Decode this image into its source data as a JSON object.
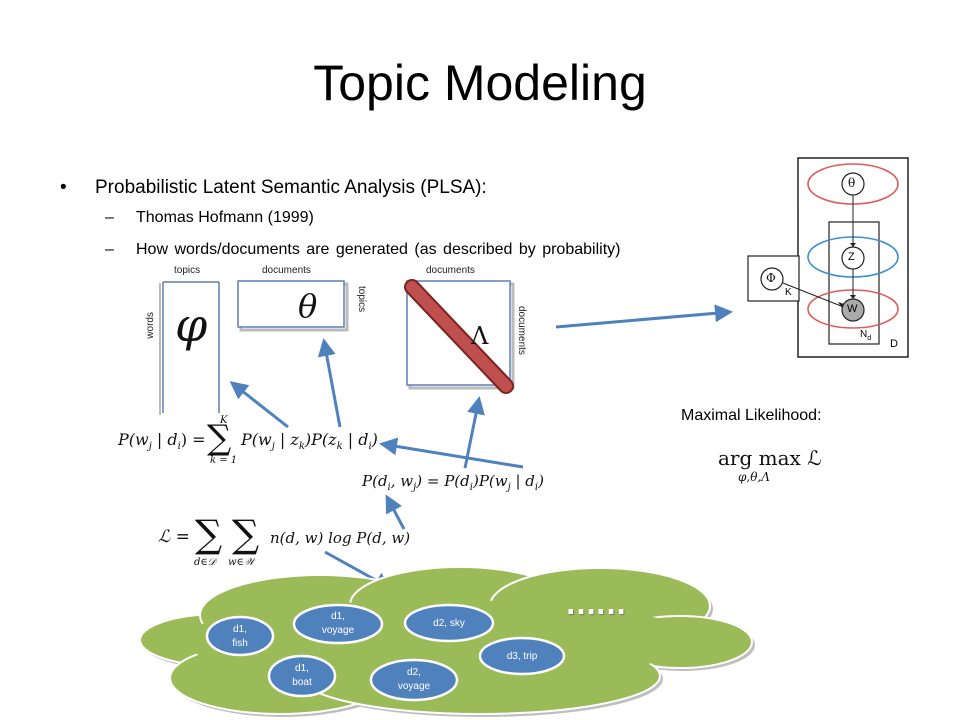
{
  "title": "Topic Modeling",
  "bullets": {
    "main": "Probabilistic Latent Semantic Analysis (PLSA):",
    "sub1": "Thomas Hofmann (1999)",
    "sub2": "How words/documents are generated (as described by probability)",
    "dash": "–",
    "dot": "•"
  },
  "matrices": {
    "phi": {
      "symbol": "φ",
      "top_label": "topics",
      "side_label": "words"
    },
    "theta": {
      "symbol": "θ",
      "top_label": "documents",
      "side_label": "topics"
    },
    "lambda": {
      "symbol": "Λ",
      "top_label": "documents",
      "side_label": "documents"
    }
  },
  "formulas": {
    "mixture": {
      "lhs": "P(w",
      "lhs_sub": "j",
      "lhs_mid": " | d",
      "lhs_sub2": "i",
      "lhs_end": ") =",
      "sum_top": "K",
      "sum_bottom": "k = 1",
      "rhs": "P(w",
      "rhs_sub": "j",
      "rhs_mid": " | z",
      "rhs_sub2": "k",
      "rhs_mid2": ")P(z",
      "rhs_sub3": "k",
      "rhs_mid3": " | d",
      "rhs_sub4": "i",
      "rhs_end": ")"
    },
    "joint": {
      "a": "P(d",
      "a_sub": "i",
      "b": ", w",
      "b_sub": "j",
      "c": ") = P(d",
      "c_sub": "i",
      "d": ")P(w",
      "d_sub": "j",
      "e": " | d",
      "e_sub": "i",
      "f": ")"
    },
    "likelihood": {
      "lhs": "ℒ =",
      "sum1_bottom": "d∈𝒟",
      "sum2_bottom": "w∈𝒲",
      "body": "n(d, w) log P(d, w)"
    },
    "argmax": {
      "op": "arg max ℒ",
      "sub": "φ,θ,Λ"
    }
  },
  "max_likelihood_label": "Maximal Likelihood:",
  "plate": {
    "theta": "θ",
    "z": "Z",
    "w": "W",
    "phi": "Φ",
    "k": "K",
    "nd": "N",
    "nd_sub": "d",
    "d": "D"
  },
  "cloud": {
    "ellipsis": "……",
    "items": [
      {
        "label": "d1,\nfish"
      },
      {
        "label": "d1,\nvoyage"
      },
      {
        "label": "d2, sky"
      },
      {
        "label": "d3, trip"
      },
      {
        "label": "d1,\nboat"
      },
      {
        "label": "d2,\nvoyage"
      }
    ]
  },
  "colors": {
    "arrow": "#4f81bd",
    "cloud": "#9bbb59",
    "blob": "#4f81bd",
    "lambda_bar": "#c0504d",
    "plate_red": "#e05a5a",
    "plate_blue": "#3a8fd0"
  }
}
